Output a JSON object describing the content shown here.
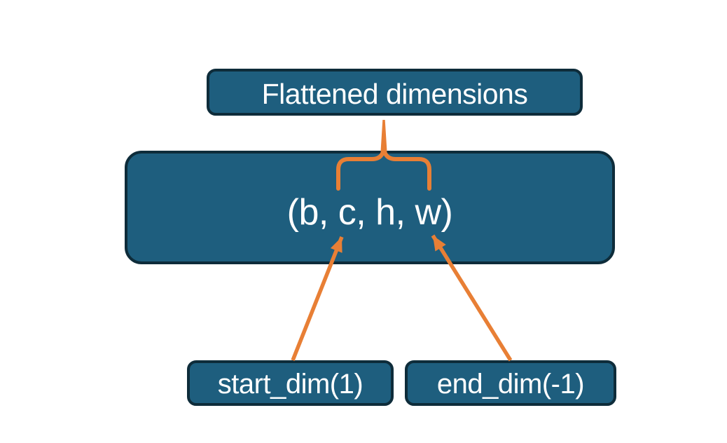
{
  "colors": {
    "background": "#FFFFFF",
    "node_fill": "#1E5E7E",
    "node_border": "#0E2C3A",
    "connector": "#E87F35",
    "text": "#FFFFFF"
  },
  "nodes": {
    "flattened": {
      "label": "Flattened dimensions"
    },
    "tensor": {
      "label": "(b, c, h, w)"
    },
    "start_dim": {
      "label": "start_dim(1)"
    },
    "end_dim": {
      "label": "end_dim(-1)"
    }
  }
}
